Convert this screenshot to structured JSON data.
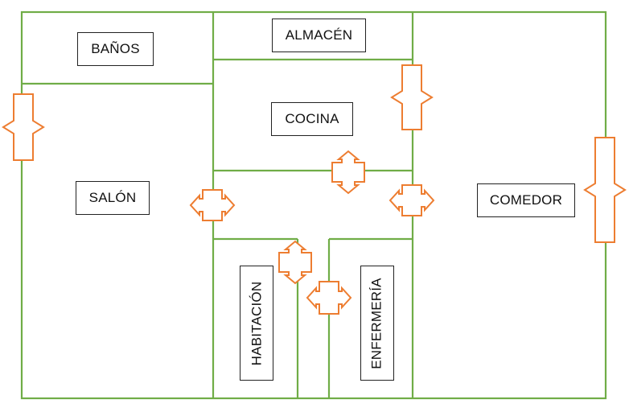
{
  "diagram": {
    "type": "floor-plan",
    "colors": {
      "walls": "#70ad47",
      "doors": "#ed7d31",
      "label_border": "#222222",
      "background": "#ffffff"
    },
    "rooms": [
      {
        "id": "banos",
        "label": "BAÑOS"
      },
      {
        "id": "almacen",
        "label": "ALMACÉN"
      },
      {
        "id": "cocina",
        "label": "COCINA"
      },
      {
        "id": "salon",
        "label": "SALÓN"
      },
      {
        "id": "comedor",
        "label": "COMEDOR"
      },
      {
        "id": "habitacion",
        "label": "HABITACIÓN"
      },
      {
        "id": "enfermeria",
        "label": "ENFERMERÍA"
      }
    ],
    "doors": [
      {
        "id": "door-exterior-west",
        "connects": [
          "exterior",
          "SALÓN"
        ],
        "orientation": "vertical"
      },
      {
        "id": "door-exterior-east",
        "connects": [
          "COMEDOR",
          "exterior"
        ],
        "orientation": "vertical"
      },
      {
        "id": "door-cocina-comedor",
        "connects": [
          "COCINA",
          "COMEDOR"
        ],
        "orientation": "vertical"
      },
      {
        "id": "door-cocina-hall",
        "connects": [
          "COCINA",
          "pasillo"
        ],
        "orientation": "horizontal"
      },
      {
        "id": "door-salon-hall",
        "connects": [
          "SALÓN",
          "pasillo"
        ],
        "orientation": "horizontal"
      },
      {
        "id": "door-hall-comedor",
        "connects": [
          "pasillo",
          "COMEDOR"
        ],
        "orientation": "horizontal"
      },
      {
        "id": "door-habitacion",
        "connects": [
          "pasillo",
          "HABITACIÓN"
        ],
        "orientation": "horizontal"
      },
      {
        "id": "door-enfermeria",
        "connects": [
          "pasillo",
          "ENFERMERÍA"
        ],
        "orientation": "horizontal"
      }
    ]
  }
}
